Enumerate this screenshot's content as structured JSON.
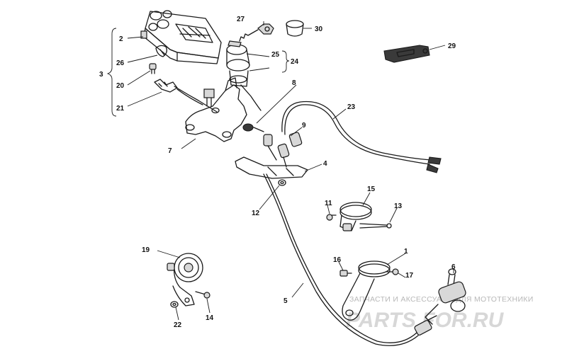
{
  "callouts": {
    "c1": "1",
    "c2": "2",
    "c3": "3",
    "c4": "4",
    "c5": "5",
    "c6": "6",
    "c7": "7",
    "c8": "8",
    "c9": "9",
    "c11": "11",
    "c12": "12",
    "c13": "13",
    "c14": "14",
    "c15": "15",
    "c16": "16",
    "c17": "17",
    "c19": "19",
    "c20": "20",
    "c21": "21",
    "c22": "22",
    "c23": "23",
    "c24": "24",
    "c25": "25",
    "c26": "26",
    "c27": "27",
    "c29": "29",
    "c30": "30"
  },
  "watermark": {
    "tagline": "ЗАПЧАСТИ И АКСЕССУАРЫ ДЛЯ МОТОТЕХНИКИ",
    "logo": "PARTS FOR.RU"
  }
}
